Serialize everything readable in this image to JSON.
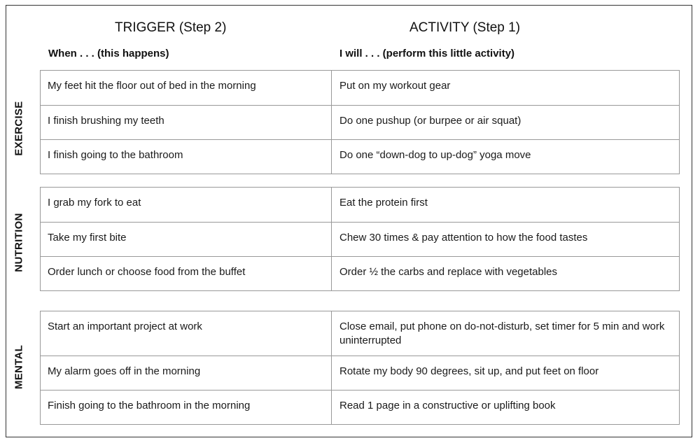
{
  "header": {
    "trigger_title": "TRIGGER (Step 2)",
    "activity_title": "ACTIVITY (Step 1)",
    "trigger_sub": "When . . . (this happens)",
    "activity_sub": "I will . . . (perform this little activity)"
  },
  "sections": [
    {
      "label": "EXERCISE",
      "rows": [
        {
          "trigger": "My feet hit the floor out of bed in the morning",
          "activity": "Put on my workout gear"
        },
        {
          "trigger": "I finish brushing my teeth",
          "activity": "Do one pushup (or burpee or air squat)"
        },
        {
          "trigger": "I finish going to the bathroom",
          "activity": "Do one “down-dog to up-dog” yoga move"
        }
      ]
    },
    {
      "label": "NUTRITION",
      "rows": [
        {
          "trigger": "I grab my fork to eat",
          "activity": "Eat the protein first"
        },
        {
          "trigger": "Take my first bite",
          "activity": "Chew 30 times & pay attention to how the food tastes"
        },
        {
          "trigger": "Order lunch or choose food from the buffet",
          "activity": "Order ½ the carbs and replace with vegetables"
        }
      ]
    },
    {
      "label": "MENTAL",
      "rows": [
        {
          "trigger": "Start an important project at work",
          "activity": "Close email, put phone on do-not-disturb, set timer for 5 min and work uninterrupted"
        },
        {
          "trigger": "My alarm goes off in the morning",
          "activity": "Rotate my body 90 degrees, sit up, and put feet on floor"
        },
        {
          "trigger": "Finish going to the bathroom in the morning",
          "activity": "Read 1 page in a constructive or uplifting book"
        }
      ]
    }
  ]
}
